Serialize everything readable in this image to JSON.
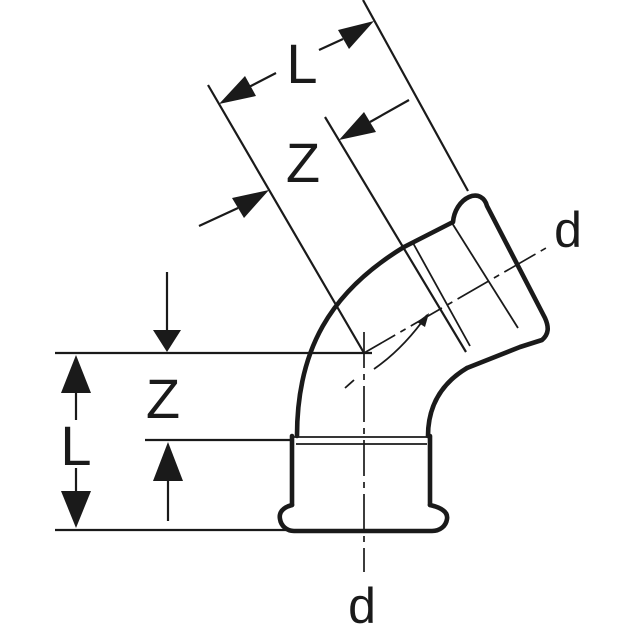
{
  "drawing": {
    "kind": "technical-dimension-drawing",
    "subject": "45-degree elbow press fitting with two socket ends",
    "colors": {
      "ink": "#1a1a1a",
      "background": "#ffffff"
    },
    "labels": {
      "diagonal_group": {
        "length": "L",
        "offset": "Z"
      },
      "vertical_group": {
        "length": "L",
        "offset": "Z"
      },
      "ports": {
        "upper_diameter": "d",
        "lower_diameter": "d"
      }
    }
  }
}
